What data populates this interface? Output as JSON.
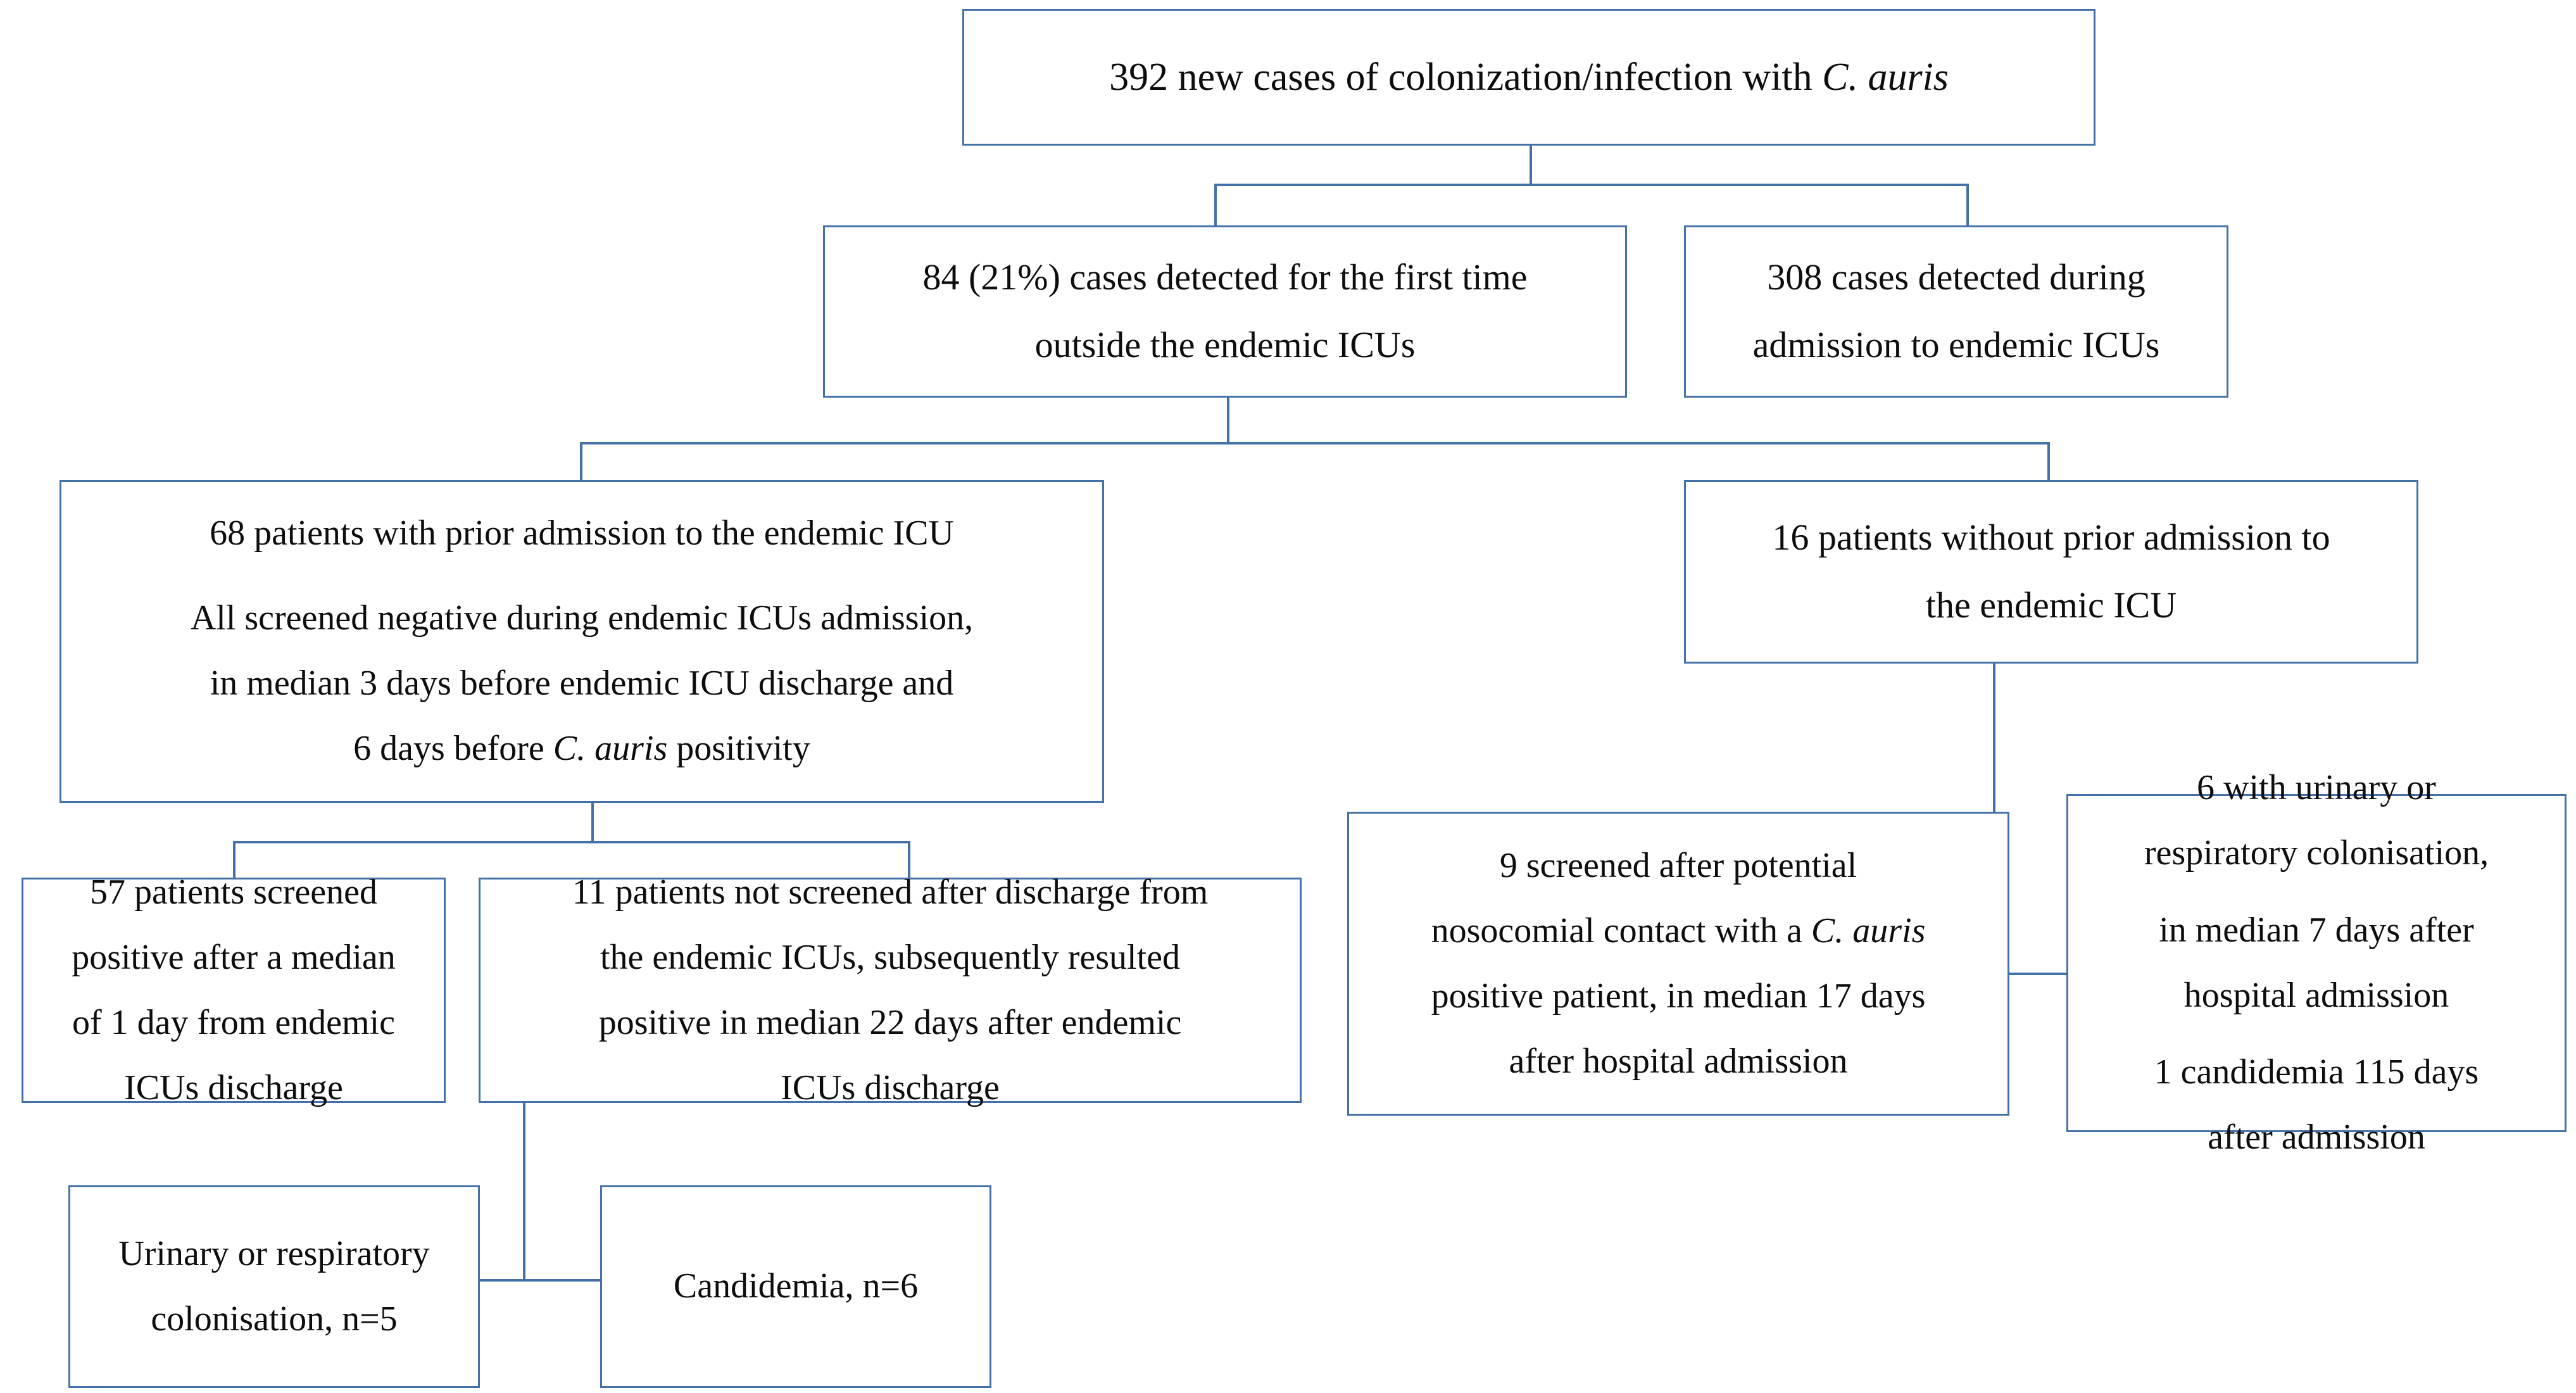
{
  "diagram": {
    "title": "C. auris case detection flow",
    "line_color": "#4472a8",
    "text_color": "#0d0d0d",
    "background": "#ffffff",
    "nodes": {
      "total_cases": {
        "id": "total-cases",
        "lines": [
          "392 new cases of colonization/infection with C. auris"
        ],
        "italic_tail": "C. auris"
      },
      "outside_icu": {
        "id": "detected-outside-endemic-icus",
        "lines": [
          "84 (21%) cases detected for the first time",
          "outside the endemic ICUs"
        ]
      },
      "during_icu": {
        "id": "detected-during-endemic-icu-admission",
        "lines": [
          "308 cases detected during",
          "admission to endemic ICUs"
        ]
      },
      "prior_admission": {
        "id": "patients-with-prior-icu-admission",
        "heading": "68 patients with prior admission to the endemic ICU",
        "lines": [
          "All screened negative during endemic ICUs admission,",
          "in median  3 days before endemic ICU discharge and",
          "6 days before C. auris positivity"
        ]
      },
      "no_prior_admission": {
        "id": "patients-without-prior-icu-admission",
        "lines": [
          "16 patients without prior admission to",
          "the endemic ICU"
        ]
      },
      "screened_positive": {
        "id": "screened-positive-after-discharge",
        "lines": [
          "57 patients screened",
          "positive after a median",
          "of 1 day from endemic",
          "ICUs discharge"
        ]
      },
      "not_screened": {
        "id": "not-screened-after-discharge",
        "lines": [
          "11 patients not screened after discharge from",
          "the endemic ICUs, subsequently resulted",
          "positive in median 22 days after endemic",
          "ICUs discharge"
        ]
      },
      "nosocomial_contact": {
        "id": "screened-after-nosocomial-contact",
        "lines": [
          "9 screened after potential",
          "nosocomial contact with a C. auris",
          "positive patient, in median 17 days",
          "after hospital admission"
        ]
      },
      "urinary_resp_6": {
        "id": "urinary-or-respiratory-colonisation-6",
        "block_a": [
          "6 with urinary or",
          "respiratory colonisation,"
        ],
        "block_b": [
          "in median 7 days after",
          "hospital admission"
        ],
        "block_c": [
          "1 candidemia 115 days",
          "after admission"
        ]
      },
      "urinary_resp_5": {
        "id": "urinary-or-respiratory-colonisation-5",
        "lines": [
          "Urinary or respiratory",
          "colonisation, n=5"
        ]
      },
      "candidemia_6": {
        "id": "candidemia-6",
        "lines": [
          "Candidemia,  n=6"
        ]
      }
    }
  }
}
